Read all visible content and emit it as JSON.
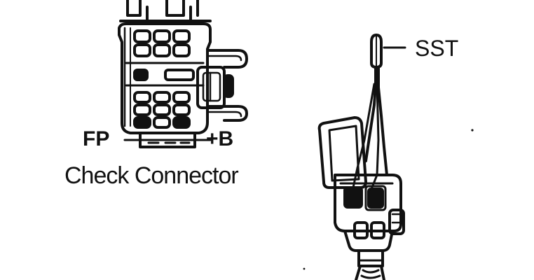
{
  "labels": {
    "fp": "FP",
    "plus_b": "+B",
    "check_connector": "Check Connector",
    "sst": "SST"
  },
  "colors": {
    "ink": "#111111",
    "paper": "#ffffff"
  }
}
